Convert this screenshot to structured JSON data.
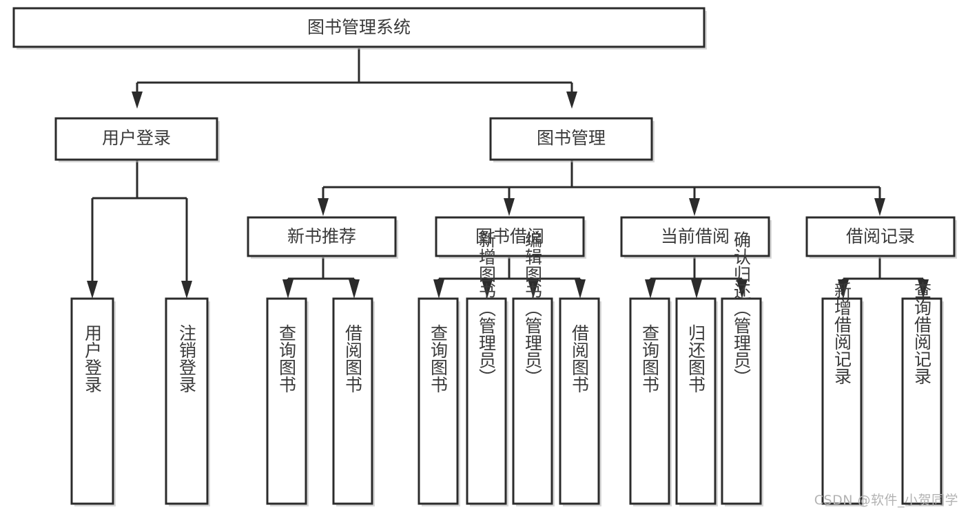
{
  "diagram": {
    "title": "图书管理系统",
    "type": "tree-hierarchy-chart",
    "watermark": "CSDN @软件_小贺同学",
    "colors": {
      "box_stroke": "#2b2b2b",
      "box_fill": "#ffffff",
      "text": "#3a3a3a",
      "link": "#2b2b2b",
      "watermark": "#b3b3b3",
      "background": "#ffffff"
    },
    "root": {
      "id": "root",
      "label": "图书管理系统"
    },
    "level2": [
      {
        "id": "user-login",
        "label": "用户登录"
      },
      {
        "id": "book-manage",
        "label": "图书管理"
      }
    ],
    "level3": [
      {
        "id": "new-book-recommend",
        "label": "新书推荐",
        "parent": "book-manage"
      },
      {
        "id": "book-borrow",
        "label": "图书借阅",
        "parent": "book-manage"
      },
      {
        "id": "current-borrow",
        "label": "当前借阅",
        "parent": "book-manage"
      },
      {
        "id": "borrow-record",
        "label": "借阅记录",
        "parent": "book-manage"
      }
    ],
    "leaves": [
      {
        "id": "leaf-user-login",
        "label": "用户登录",
        "parent": "user-login"
      },
      {
        "id": "leaf-user-logout",
        "label": "注销登录",
        "parent": "user-login"
      },
      {
        "id": "leaf-query-book-1",
        "label": "查询图书",
        "parent": "new-book-recommend"
      },
      {
        "id": "leaf-borrow-book-1",
        "label": "借阅图书",
        "parent": "new-book-recommend"
      },
      {
        "id": "leaf-query-book-2",
        "label": "查询图书",
        "parent": "book-borrow"
      },
      {
        "id": "leaf-add-book",
        "label": "新增图书（管理员）",
        "parent": "book-borrow"
      },
      {
        "id": "leaf-edit-book",
        "label": "编辑图书（管理员）",
        "parent": "book-borrow"
      },
      {
        "id": "leaf-borrow-book-2",
        "label": "借阅图书",
        "parent": "book-borrow"
      },
      {
        "id": "leaf-query-book-3",
        "label": "查询图书",
        "parent": "current-borrow"
      },
      {
        "id": "leaf-return-book",
        "label": "归还图书",
        "parent": "current-borrow"
      },
      {
        "id": "leaf-confirm-return",
        "label": "确认归还（管理员）",
        "parent": "current-borrow"
      },
      {
        "id": "leaf-add-record",
        "label": "新增借阅记录",
        "parent": "borrow-record"
      },
      {
        "id": "leaf-query-record",
        "label": "查询借阅记录",
        "parent": "borrow-record"
      }
    ]
  }
}
